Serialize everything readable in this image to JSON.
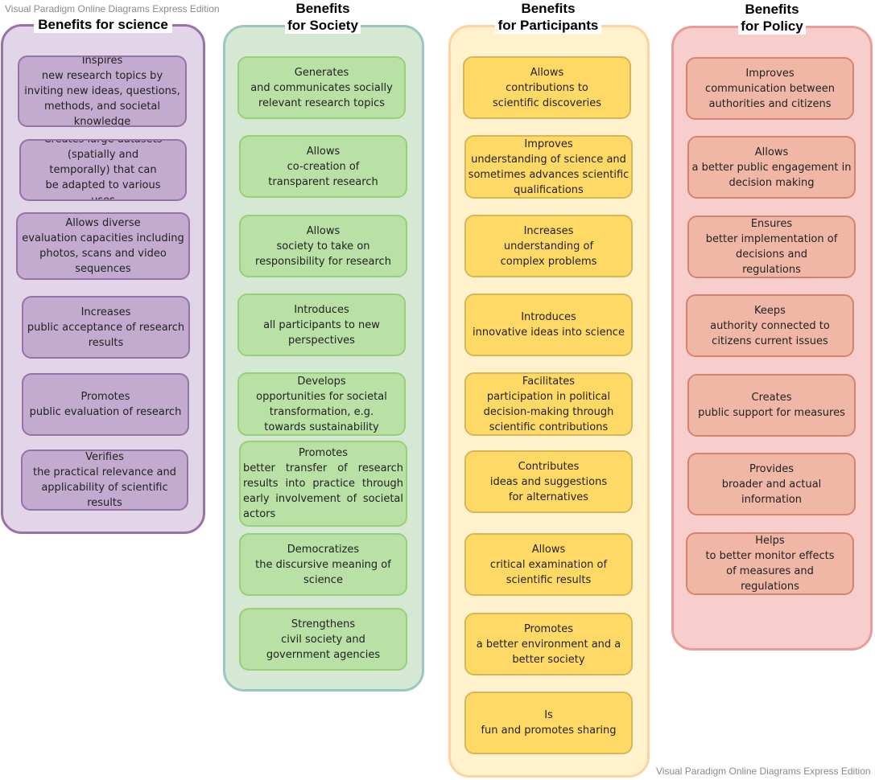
{
  "watermark_top": "Visual Paradigm Online Diagrams Express Edition",
  "watermark_bottom": "Visual Paradigm Online Diagrams Express Edition",
  "columns": [
    {
      "title": "Benefits for science",
      "fill": "#e1d5e7",
      "stroke": "#9673a6",
      "cards": [
        {
          "keyword": "Inspires",
          "text": "new research topics by inviting new ideas, questions, methods, and societal knowledge"
        },
        {
          "keyword": "Creates large datasets",
          "text": "(spatially and temporally) that can be adapted to various uses"
        },
        {
          "keyword": "Allows diverse",
          "text": "evaluation capacities including photos, scans and video sequences"
        },
        {
          "keyword": "Increases",
          "text": "public acceptance of research results"
        },
        {
          "keyword": "Promotes",
          "text": "public evaluation of research"
        },
        {
          "keyword": "Verifies",
          "text": "the practical relevance and applicability of scientific results"
        }
      ]
    },
    {
      "title_line1": "Benefits",
      "title_line2": "for Society",
      "fill": "#d5e8d4",
      "stroke": "#9ac7bf",
      "cards": [
        {
          "keyword": "Generates",
          "text": "and communicates socially relevant research topics"
        },
        {
          "keyword": "Allows",
          "text": "co-creation of transparent research"
        },
        {
          "keyword": "Allows",
          "text": "society to take on responsibility for research"
        },
        {
          "keyword": "Introduces",
          "text": "all participants to new perspectives"
        },
        {
          "keyword": "Develops",
          "text": "opportunities for societal transformation, e.g. towards sustainability"
        },
        {
          "keyword": "Promotes",
          "text": "better transfer of research results into practice through early involvement of societal actors"
        },
        {
          "keyword": "Democratizes",
          "text": "the discursive meaning of science"
        },
        {
          "keyword": "Strengthens",
          "text": "civil society and government agencies"
        }
      ]
    },
    {
      "title_line1": "Benefits",
      "title_line2": "for Participants",
      "fill": "#fff2cc",
      "stroke": "#ffd29e",
      "cards": [
        {
          "keyword": "Allows",
          "text": "contributions to scientific discoveries"
        },
        {
          "keyword": "Improves",
          "text": "understanding of science and sometimes advances scientific qualifications"
        },
        {
          "keyword": "Increases",
          "text": "understanding of complex problems"
        },
        {
          "keyword": "Introduces",
          "text": "innovative ideas into science"
        },
        {
          "keyword": "Facilitates",
          "text": "participation in political decision-making through scientific contributions"
        },
        {
          "keyword": "Contributes",
          "text": "ideas and suggestions for alternatives"
        },
        {
          "keyword": "Allows",
          "text": "critical examination of scientific results"
        },
        {
          "keyword": "Promotes",
          "text": "a better environment and a better society"
        },
        {
          "keyword": "Is",
          "text": "fun and promotes sharing"
        }
      ]
    },
    {
      "title_line1": "Benefits",
      "title_line2": "for Policy",
      "fill": "#f8cecc",
      "stroke": "#ea9c9a",
      "cards": [
        {
          "keyword": "Improves",
          "text": "communication between authorities and citizens"
        },
        {
          "keyword": "Allows",
          "text": "a better public engagement in decision making"
        },
        {
          "keyword": "Ensures",
          "text": "better implementation of decisions and regulations"
        },
        {
          "keyword": "Keeps",
          "text": "authority connected to citizens current issues"
        },
        {
          "keyword": "Creates",
          "text": "public support for measures"
        },
        {
          "keyword": "Provides",
          "text": "broader and actual information"
        },
        {
          "keyword": "Helps",
          "text": "to better monitor effects of measures and regulations"
        }
      ]
    }
  ]
}
